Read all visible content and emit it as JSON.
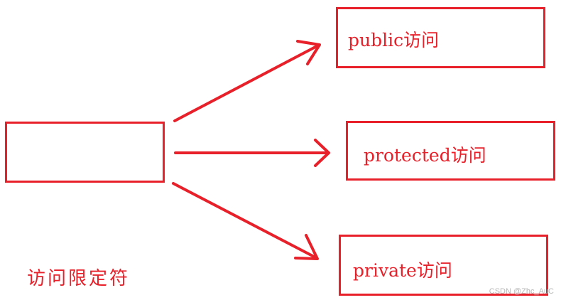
{
  "diagram": {
    "root": {
      "label": "访问限定符"
    },
    "children": [
      {
        "id": "public",
        "label": "public访问"
      },
      {
        "id": "protected",
        "label": "protected访问"
      },
      {
        "id": "private",
        "label": "private访问"
      }
    ]
  },
  "watermark": "CSDN @Zhc_AuC",
  "colors": {
    "accent": "#e8202a",
    "background": "#ffffff",
    "watermark": "#b8b8b8"
  }
}
